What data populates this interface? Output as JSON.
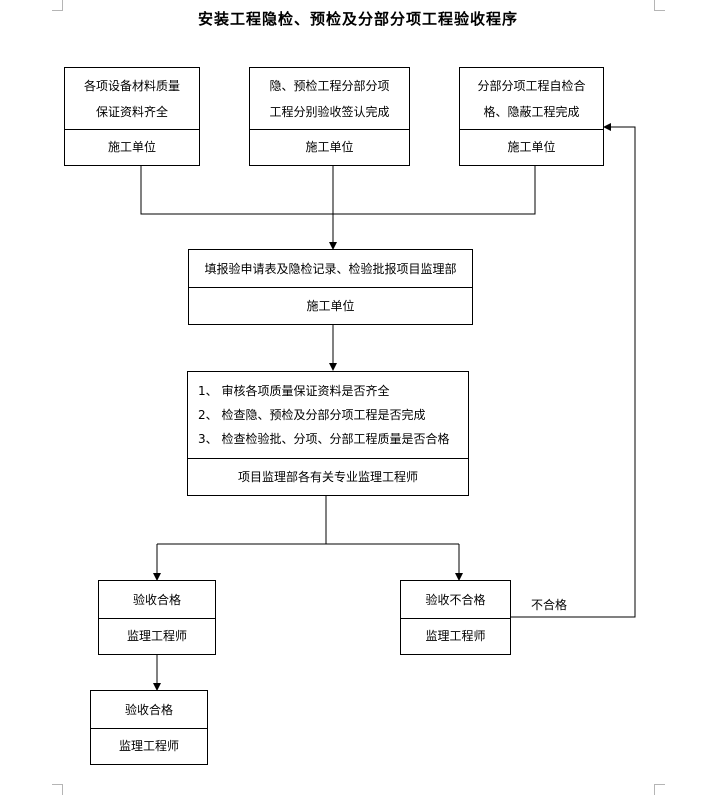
{
  "title": "安装工程隐检、预检及分部分项工程验收程序",
  "boxes": {
    "b1": {
      "lines": [
        "各项设备材料质量",
        "保证资料齐全"
      ],
      "role": "施工单位"
    },
    "b2": {
      "lines": [
        "隐、预检工程分部分项",
        "工程分别验收签认完成"
      ],
      "role": "施工单位"
    },
    "b3": {
      "lines": [
        "分部分项工程自检合",
        "格、隐蔽工程完成"
      ],
      "role": "施工单位"
    },
    "apply": {
      "lines": [
        "填报验申请表及隐检记录、检验批报项目监理部"
      ],
      "role": "施工单位"
    },
    "review": {
      "lines": [
        "1、 审核各项质量保证资料是否齐全",
        "2、 检查隐、预检及分部分项工程是否完成",
        "3、 检查检验批、分项、分部工程质量是否合格"
      ],
      "role": "项目监理部各有关专业监理工程师"
    },
    "pass": {
      "lines": [
        "验收合格"
      ],
      "role": "监理工程师"
    },
    "fail": {
      "lines": [
        "验收不合格"
      ],
      "role": "监理工程师"
    },
    "final": {
      "lines": [
        "验收合格"
      ],
      "role": "监理工程师"
    }
  },
  "fail_label": "不合格"
}
